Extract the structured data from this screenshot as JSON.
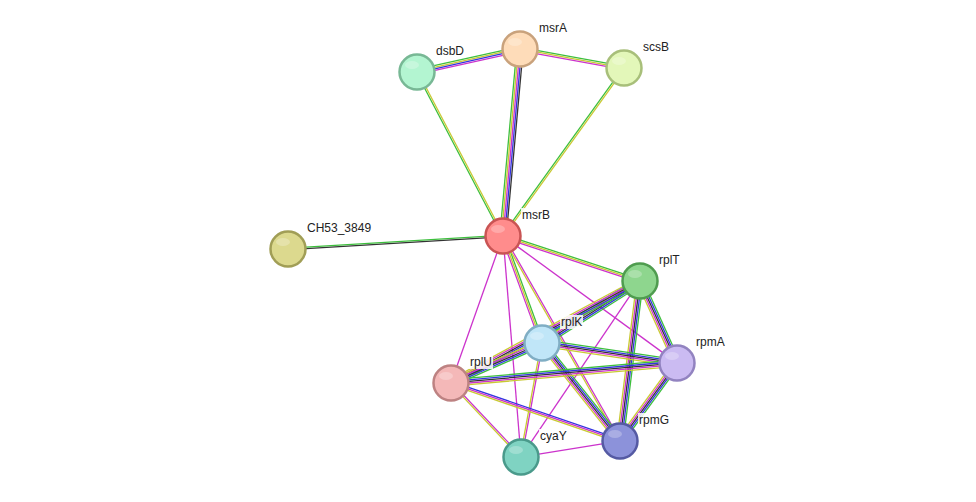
{
  "diagram": {
    "nodes": [
      {
        "text": [
          "dsbD"
        ]
      },
      {
        "text": [
          "msrA"
        ]
      },
      {
        "text": [
          "scsB"
        ]
      },
      {
        "text": [
          "CH53_3849"
        ]
      },
      {
        "text": [
          "msrB"
        ]
      },
      {
        "text": [
          "rplT"
        ]
      },
      {
        "text": [
          "rplK"
        ]
      },
      {
        "text": [
          "rpmA"
        ]
      },
      {
        "text": [
          "rplU"
        ]
      },
      {
        "text": [
          "rpmG"
        ]
      },
      {
        "text": [
          "cyaY"
        ]
      }
    ],
    "edges": [
      {
        "from": 4,
        "to": 0,
        "arrow": "none"
      },
      {
        "from": 4,
        "to": 1,
        "arrow": "none"
      },
      {
        "from": 4,
        "to": 2,
        "arrow": "none"
      },
      {
        "from": 0,
        "to": 1,
        "arrow": "none"
      },
      {
        "from": 1,
        "to": 2,
        "arrow": "none"
      },
      {
        "from": 4,
        "to": 3,
        "arrow": "none"
      },
      {
        "from": 4,
        "to": 5,
        "arrow": "none"
      },
      {
        "from": 4,
        "to": 6,
        "arrow": "none"
      },
      {
        "from": 4,
        "to": 7,
        "arrow": "none"
      },
      {
        "from": 4,
        "to": 8,
        "arrow": "none"
      },
      {
        "from": 4,
        "to": 9,
        "arrow": "none"
      },
      {
        "from": 4,
        "to": 10,
        "arrow": "none"
      },
      {
        "from": 5,
        "to": 6,
        "arrow": "none"
      },
      {
        "from": 5,
        "to": 7,
        "arrow": "none"
      },
      {
        "from": 5,
        "to": 8,
        "arrow": "none"
      },
      {
        "from": 5,
        "to": 9,
        "arrow": "none"
      },
      {
        "from": 5,
        "to": 10,
        "arrow": "none"
      },
      {
        "from": 6,
        "to": 7,
        "arrow": "none"
      },
      {
        "from": 6,
        "to": 8,
        "arrow": "none"
      },
      {
        "from": 6,
        "to": 9,
        "arrow": "none"
      },
      {
        "from": 6,
        "to": 10,
        "arrow": "none"
      },
      {
        "from": 8,
        "to": 7,
        "arrow": "none"
      },
      {
        "from": 8,
        "to": 9,
        "arrow": "none"
      },
      {
        "from": 8,
        "to": 10,
        "arrow": "none"
      },
      {
        "from": 7,
        "to": 9,
        "arrow": "none"
      },
      {
        "from": 10,
        "to": 9,
        "arrow": "none"
      }
    ]
  }
}
